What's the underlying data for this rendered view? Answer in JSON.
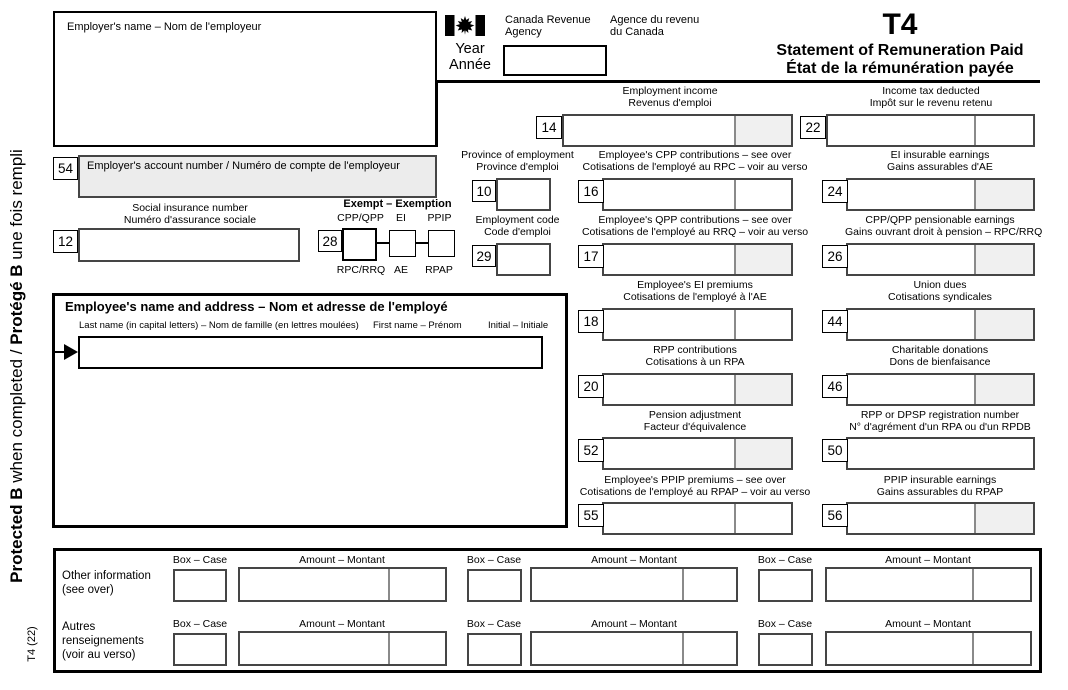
{
  "header": {
    "employer_label": "Employer's name – Nom de l'employeur",
    "agency_en_1": "Canada Revenue",
    "agency_en_2": "Agency",
    "agency_fr_1": "Agence du revenu",
    "agency_fr_2": "du Canada",
    "year_en": "Year",
    "year_fr": "Année",
    "title": "T4",
    "subtitle_en": "Statement of Remuneration Paid",
    "subtitle_fr": "État de la rémunération payée",
    "flag_icon": "canada-flag-icon"
  },
  "left": {
    "box54": {
      "num": "54",
      "label": "Employer's account number / Numéro de compte de l'employeur"
    },
    "sin": {
      "num": "12",
      "en": "Social insurance number",
      "fr": "Numéro d'assurance sociale"
    },
    "exempt": {
      "num": "28",
      "title": "Exempt – Exemption",
      "top": [
        "CPP/QPP",
        "EI",
        "PPIP"
      ],
      "bottom": [
        "RPC/RRQ",
        "AE",
        "RPAP"
      ]
    },
    "employee": {
      "title": "Employee's name and address – Nom et adresse de l'employé",
      "last": "Last name (in capital letters) – Nom de famille (en lettres moulées)",
      "first": "First name – Prénom",
      "initial": "Initial – Initiale"
    }
  },
  "fields": {
    "f14": {
      "num": "14",
      "en": "Employment income",
      "fr": "Revenus d'emploi"
    },
    "f22": {
      "num": "22",
      "en": "Income tax deducted",
      "fr": "Impôt sur le revenu retenu"
    },
    "f10": {
      "num": "10",
      "en": "Province of employment",
      "fr": "Province d'emploi"
    },
    "f16": {
      "num": "16",
      "en": "Employee's CPP contributions – see over",
      "fr": "Cotisations de l'employé au RPC – voir au verso"
    },
    "f24": {
      "num": "24",
      "en": "EI insurable earnings",
      "fr": "Gains assurables d'AE"
    },
    "f29": {
      "num": "29",
      "en": "Employment code",
      "fr": "Code d'emploi"
    },
    "f17": {
      "num": "17",
      "en": "Employee's QPP contributions – see over",
      "fr": "Cotisations de l'employé au RRQ – voir au verso"
    },
    "f26": {
      "num": "26",
      "en": "CPP/QPP pensionable earnings",
      "fr": "Gains ouvrant droit à pension – RPC/RRQ"
    },
    "f18": {
      "num": "18",
      "en": "Employee's EI premiums",
      "fr": "Cotisations de l'employé à l'AE"
    },
    "f44": {
      "num": "44",
      "en": "Union dues",
      "fr": "Cotisations syndicales"
    },
    "f20": {
      "num": "20",
      "en": "RPP contributions",
      "fr": "Cotisations à un RPA"
    },
    "f46": {
      "num": "46",
      "en": "Charitable donations",
      "fr": "Dons de bienfaisance"
    },
    "f52": {
      "num": "52",
      "en": "Pension adjustment",
      "fr": "Facteur d'équivalence"
    },
    "f50": {
      "num": "50",
      "en": "RPP or DPSP registration number",
      "fr": "N° d'agrément d'un RPA ou d'un RPDB"
    },
    "f55": {
      "num": "55",
      "en": "Employee's PPIP premiums – see over",
      "fr": "Cotisations de l'employé au RPAP – voir au verso"
    },
    "f56": {
      "num": "56",
      "en": "PPIP insurable earnings",
      "fr": "Gains assurables du RPAP"
    }
  },
  "other_info": {
    "label_en_1": "Other information",
    "label_en_2": "(see over)",
    "label_fr_1": "Autres",
    "label_fr_2": "renseignements",
    "label_fr_3": "(voir au verso)",
    "box_case": "Box – Case",
    "amount": "Amount – Montant"
  },
  "footer": {
    "protected_en_bold": "Protected B",
    "protected_en": " when completed / ",
    "protected_fr_bold": "Protégé B",
    "protected_fr": " une fois rempli",
    "form_version": "T4 (22)"
  },
  "colors": {
    "shaded_cell": "#f0f0f0",
    "ink": "#000000",
    "field_border": "#454545"
  }
}
